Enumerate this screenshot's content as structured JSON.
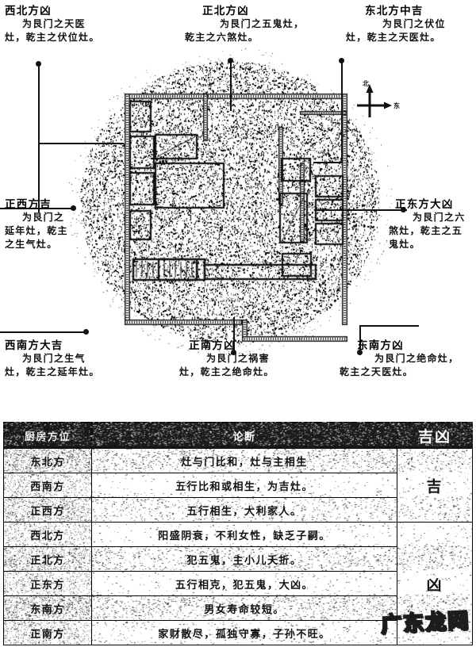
{
  "diagram": {
    "compass": {
      "north": "北",
      "east": "东"
    },
    "labels": [
      {
        "id": "northwest",
        "title": "西北方凶",
        "lines": [
          "为艮门之天医",
          "灶，乾主之伏位灶。"
        ]
      },
      {
        "id": "north",
        "title": "正北方凶",
        "lines": [
          "为艮门之五鬼灶，",
          "乾主之六煞灶。"
        ]
      },
      {
        "id": "northeast",
        "title": "东北方中吉",
        "lines": [
          "为艮门之伏位",
          "灶，乾主之天医灶。"
        ]
      },
      {
        "id": "west",
        "title": "正西方吉",
        "lines": [
          "为艮门之",
          "延年灶，乾主",
          "之生气灶。"
        ]
      },
      {
        "id": "east",
        "title": "正东方大凶",
        "lines": [
          "为艮门之六",
          "煞灶，乾主之五",
          "鬼灶。"
        ]
      },
      {
        "id": "southwest",
        "title": "西南方大吉",
        "lines": [
          "为艮门之生气",
          "灶，乾主之延年灶。"
        ]
      },
      {
        "id": "south",
        "title": "正南方凶",
        "lines": [
          "为艮门之祸害",
          "灶，乾主之绝命灶。"
        ]
      },
      {
        "id": "southeast",
        "title": "东南方凶",
        "lines": [
          "为艮门之绝命灶，",
          "乾主之天医灶。"
        ]
      }
    ]
  },
  "table": {
    "headers": [
      "厨房方位",
      "论断",
      "吉凶"
    ],
    "rows": [
      {
        "direction": "东北方",
        "note": "灶与门比和，灶与主相生"
      },
      {
        "direction": "西南方",
        "note": "五行比和或相生，为吉灶。"
      },
      {
        "direction": "正西方",
        "note": "五行相生，大利家人。"
      },
      {
        "direction": "西北方",
        "note": "阳盛阴衰，不利女性，缺乏子嗣。"
      },
      {
        "direction": "正北方",
        "note": "犯五鬼，主小儿夭折。"
      },
      {
        "direction": "正东方",
        "note": "五行相克，犯五鬼，大凶。"
      },
      {
        "direction": "东南方",
        "note": "男女寿命较短。"
      },
      {
        "direction": "正南方",
        "note": "家财散尽，孤独守寡，子孙不旺。"
      }
    ],
    "verdicts": [
      {
        "label": "吉",
        "span": 3
      },
      {
        "label": "凶",
        "span": 5
      }
    ]
  },
  "watermark": {
    "text": "广东龙网"
  },
  "colors": {
    "ink": "#111111",
    "headerBg": "#1b1b1b",
    "paper": "#ffffff"
  }
}
